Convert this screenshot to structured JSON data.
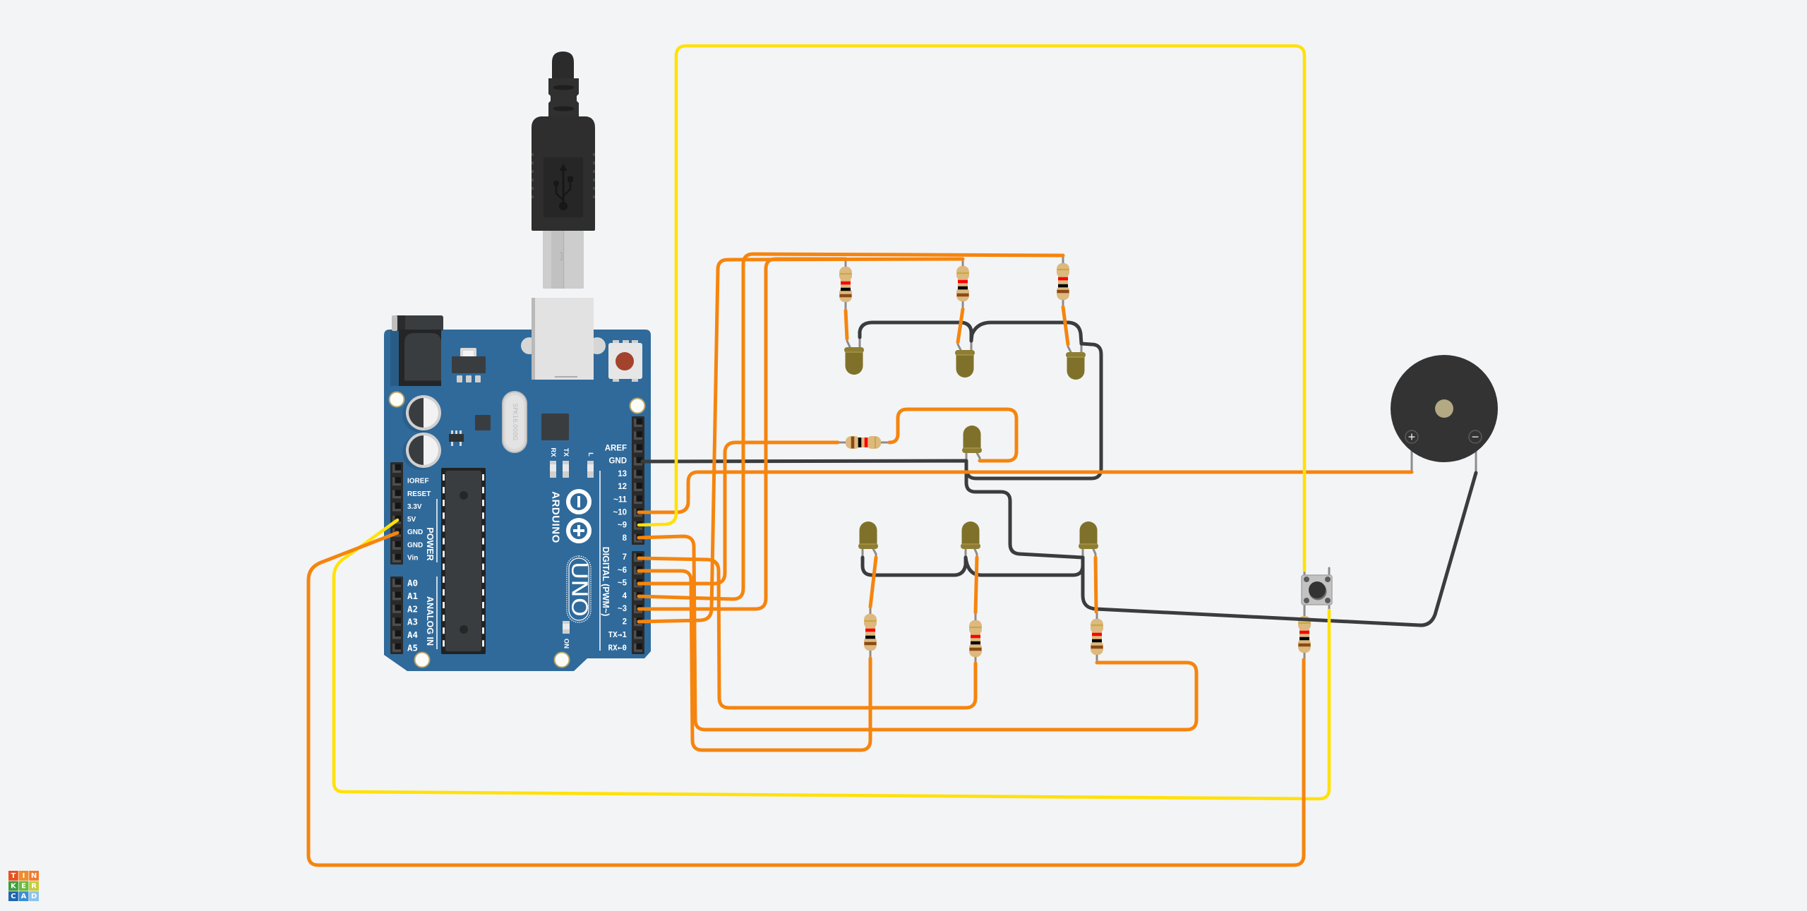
{
  "app": {
    "logo": {
      "letters": [
        "T",
        "I",
        "N",
        "K",
        "E",
        "R",
        "C",
        "A",
        "D"
      ],
      "tile_colors": [
        "#E8511F",
        "#F08B2B",
        "#F27B2B",
        "#3F9E3B",
        "#6DBB3D",
        "#C5CE38",
        "#2065AE",
        "#3C8ED1",
        "#8CC3E9"
      ]
    }
  },
  "colors": {
    "canvas_background": "#F3F4F6",
    "board": "#2F6A9B",
    "wire": {
      "orange": "#F5850E",
      "yellow": "#FFE10A",
      "black": "#3A3C3E"
    },
    "led_body": "#80712A",
    "resistor_body": "#DDB97F",
    "resistor_bands": {
      "gold": "#C9A941",
      "red": "#FF0000",
      "black": "#000000",
      "brown": "#8B4A14"
    },
    "buzzer_body": "#333333",
    "buzzer_center": "#B3A982",
    "reset_button": "#A3432E"
  },
  "arduino": {
    "brand": "ARDUINO",
    "model": "UNO",
    "digital_header_label": "DIGITAL (PWM~)",
    "power_header_label": "POWER",
    "analog_header_label": "ANALOG IN",
    "crystal_marking": "SPK16.000G",
    "led_labels": {
      "rx": "RX",
      "tx": "TX",
      "l": "L",
      "on": "ON"
    },
    "digital_pins_upper": [
      "AREF",
      "GND",
      "13",
      "12",
      "~11",
      "~10",
      "~9",
      "8"
    ],
    "digital_pins_lower": [
      "7",
      "~6",
      "~5",
      "4",
      "~3",
      "2",
      "TX→1",
      "RX←0"
    ],
    "power_pins": [
      "IOREF",
      "RESET",
      "3.3V",
      "5V",
      "GND",
      "GND",
      "Vin"
    ],
    "analog_pins": [
      "A0",
      "A1",
      "A2",
      "A3",
      "A4",
      "A5"
    ]
  },
  "resistors": [
    {
      "position": "top-left",
      "bands": [
        "gold",
        "red",
        "black",
        "brown"
      ]
    },
    {
      "position": "top-middle",
      "bands": [
        "gold",
        "red",
        "black",
        "brown"
      ]
    },
    {
      "position": "top-right",
      "bands": [
        "gold",
        "red",
        "black",
        "brown"
      ]
    },
    {
      "position": "middle-horizontal",
      "bands": [
        "brown",
        "black",
        "red",
        "gold"
      ]
    },
    {
      "position": "bottom-left",
      "bands": [
        "gold",
        "red",
        "black",
        "brown"
      ]
    },
    {
      "position": "bottom-middle",
      "bands": [
        "gold",
        "red",
        "black",
        "brown"
      ]
    },
    {
      "position": "bottom-right",
      "bands": [
        "gold",
        "red",
        "black",
        "brown"
      ]
    },
    {
      "position": "pushbutton",
      "bands": [
        "gold",
        "red",
        "black",
        "brown"
      ]
    }
  ],
  "leds": {
    "count": 7
  },
  "buzzer": {
    "plus_symbol": "+",
    "minus_symbol": "−"
  },
  "wires": [
    {
      "color": "yellow",
      "from": "~9",
      "to": "pushbutton"
    },
    {
      "color": "orange",
      "from": "~10",
      "to": "buzzer +"
    },
    {
      "color": "orange",
      "from": "8",
      "to": "resistor bottom-right"
    },
    {
      "color": "orange",
      "from": "7",
      "to": "resistor bottom-middle"
    },
    {
      "color": "orange",
      "from": "~6",
      "to": "resistor bottom-left"
    },
    {
      "color": "orange",
      "from": "~5",
      "to": "resistor middle-horizontal"
    },
    {
      "color": "orange",
      "from": "4",
      "to": "resistor top-right"
    },
    {
      "color": "orange",
      "from": "~3",
      "to": "resistor top-left"
    },
    {
      "color": "orange",
      "from": "2",
      "to": "resistor top-middle"
    },
    {
      "color": "orange",
      "from": "resistor middle-horizontal",
      "to": "LED middle"
    },
    {
      "color": "orange",
      "from": "resistor top-left",
      "to": "LED top-left"
    },
    {
      "color": "orange",
      "from": "resistor top-middle",
      "to": "LED top-middle"
    },
    {
      "color": "orange",
      "from": "resistor top-right",
      "to": "LED top-right"
    },
    {
      "color": "orange",
      "from": "LED bottom-left",
      "to": "resistor bottom-left"
    },
    {
      "color": "orange",
      "from": "LED bottom-middle",
      "to": "resistor bottom-middle"
    },
    {
      "color": "orange",
      "from": "LED bottom-right",
      "to": "resistor bottom-right"
    },
    {
      "color": "orange",
      "from": "GND",
      "to": "resistor pushbutton"
    },
    {
      "color": "yellow",
      "from": "5V",
      "to": "pushbutton"
    },
    {
      "color": "black",
      "from": "GND",
      "to": "LED middle"
    },
    {
      "color": "black",
      "from": "LED middle",
      "to": "LED bottom-right"
    },
    {
      "color": "black",
      "from": "LED top-left",
      "to": "LED top-middle"
    },
    {
      "color": "black",
      "from": "LED top-middle",
      "to": "LED top-right"
    },
    {
      "color": "black",
      "from": "LED bottom-left",
      "to": "LED bottom-middle"
    },
    {
      "color": "black",
      "from": "LED bottom-middle",
      "to": "LED bottom-right"
    },
    {
      "color": "black",
      "from": "LED bottom-right",
      "to": "buzzer −"
    }
  ]
}
